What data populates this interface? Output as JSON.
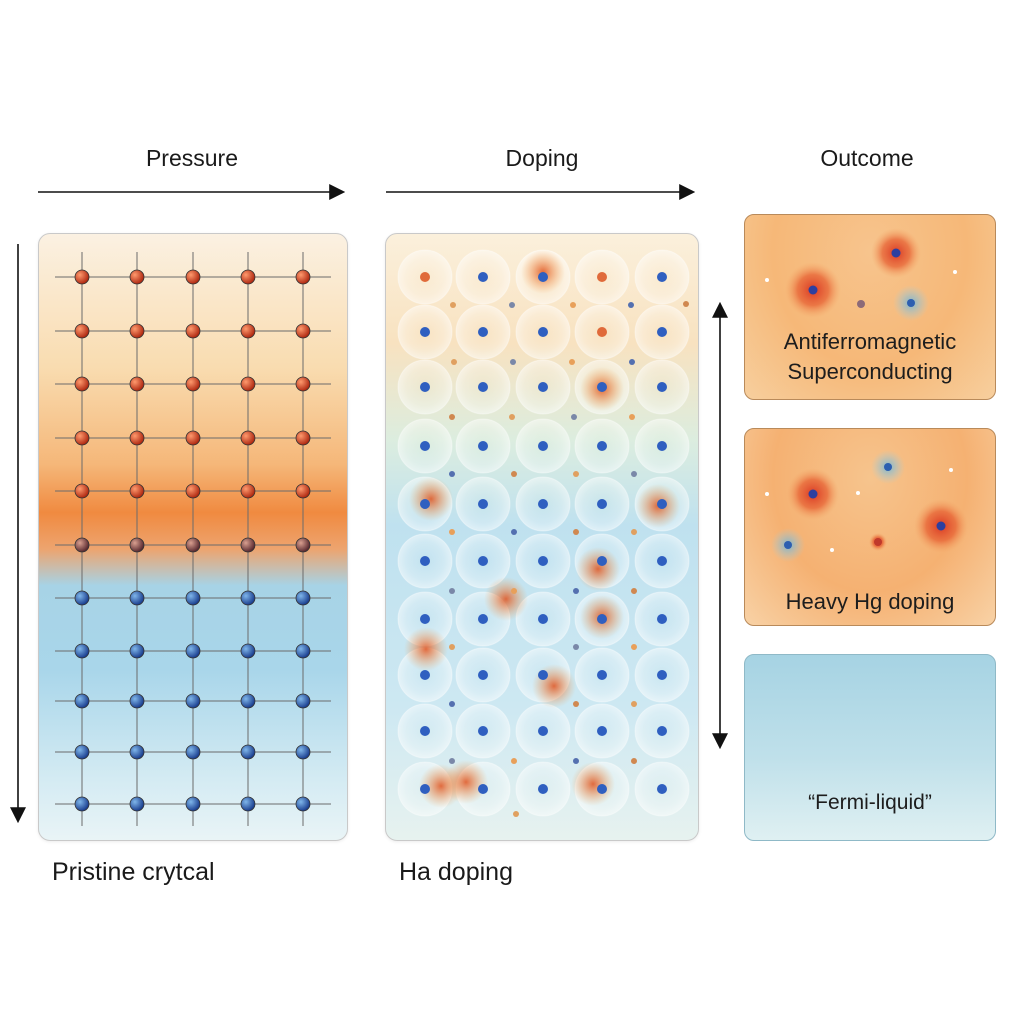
{
  "headings": {
    "pressure": "Pressure",
    "doping": "Doping",
    "outcome": "Outcome"
  },
  "captions": {
    "pristine": "Pristine crytcal",
    "hg_doping": "Ha doping"
  },
  "outcomes": [
    {
      "label_line1": "Antiferromagnetic",
      "label_line2": "Superconducting"
    },
    {
      "label_line1": "Heavy Hg doping"
    },
    {
      "label_line1": "“Fermi-liquid”"
    }
  ],
  "colors": {
    "hot_atom": "#d9452a",
    "cold_atom": "#2a5fb8",
    "arrow": "#111111"
  }
}
